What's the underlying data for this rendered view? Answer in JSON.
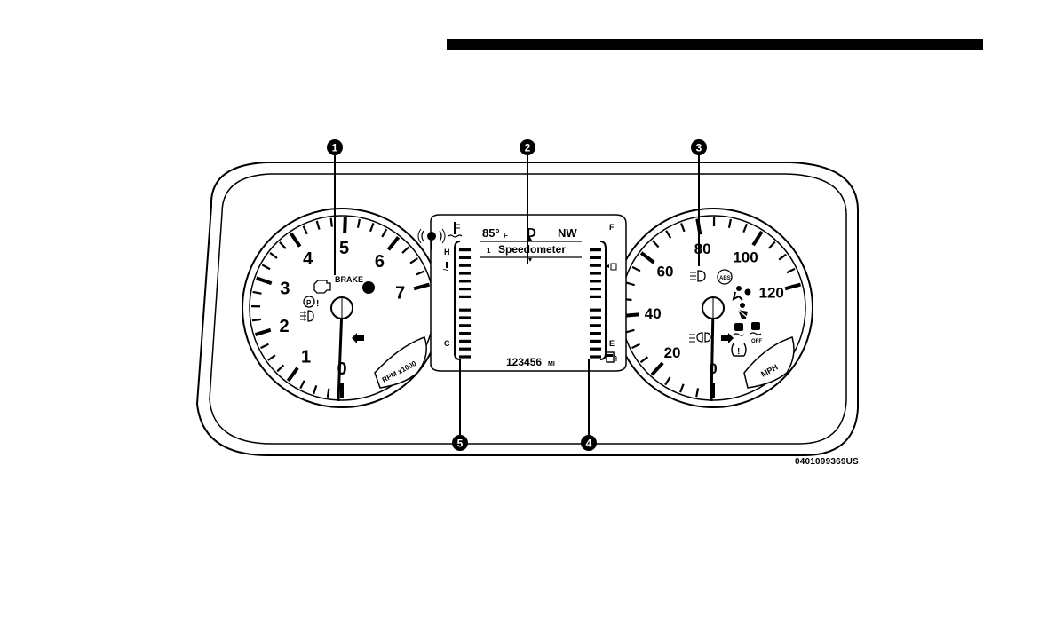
{
  "document": {
    "image_code": "0401099369US"
  },
  "callouts": [
    "1",
    "2",
    "3",
    "4",
    "5"
  ],
  "tachometer": {
    "numbers": [
      "0",
      "1",
      "2",
      "3",
      "4",
      "5",
      "6",
      "7"
    ],
    "unit_label": "RPM x1000",
    "brake_label": "BRAKE",
    "park_symbol": "P"
  },
  "speedometer": {
    "numbers": [
      "0",
      "20",
      "40",
      "60",
      "80",
      "100",
      "120"
    ],
    "unit_label": "MPH",
    "abs_label": "ABS",
    "off_label": "OFF"
  },
  "center_display": {
    "temperature_value": "85°",
    "temperature_unit": "F",
    "gear": "D",
    "compass": "NW",
    "menu_index": "1",
    "menu_title": "Speedometer",
    "odometer_value": "123456",
    "odometer_unit": "MI"
  },
  "temp_gauge": {
    "high_label": "H",
    "low_label": "C"
  },
  "fuel_gauge": {
    "full_label": "F",
    "empty_label": "E"
  }
}
